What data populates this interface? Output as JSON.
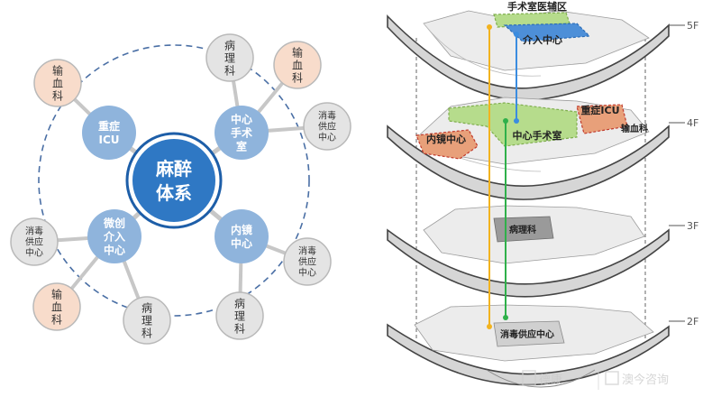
{
  "left_diagram": {
    "center": {
      "line1": "麻醉",
      "line2": "体系"
    },
    "hubs": [
      {
        "id": "icu",
        "lines": [
          "重症",
          "ICU"
        ]
      },
      {
        "id": "or",
        "lines": [
          "中心",
          "手术",
          "室"
        ]
      },
      {
        "id": "mis",
        "lines": [
          "微创",
          "介入",
          "中心"
        ]
      },
      {
        "id": "endo",
        "lines": [
          "内镜",
          "中心"
        ]
      }
    ],
    "leaves": [
      {
        "id": "icu-blood",
        "type": "blood",
        "lines": [
          "输",
          "血",
          "科"
        ]
      },
      {
        "id": "or-path",
        "type": "path",
        "lines": [
          "病",
          "理",
          "科"
        ]
      },
      {
        "id": "or-blood",
        "type": "blood",
        "lines": [
          "输",
          "血",
          "科"
        ]
      },
      {
        "id": "or-steril",
        "type": "steril",
        "lines": [
          "消毒",
          "供应",
          "中心"
        ]
      },
      {
        "id": "mis-steril",
        "type": "steril",
        "lines": [
          "消毒",
          "供应",
          "中心"
        ]
      },
      {
        "id": "mis-blood",
        "type": "blood",
        "lines": [
          "输",
          "血",
          "科"
        ]
      },
      {
        "id": "mis-path",
        "type": "path",
        "lines": [
          "病",
          "理",
          "科"
        ]
      },
      {
        "id": "endo-path",
        "type": "path",
        "lines": [
          "病",
          "理",
          "科"
        ]
      },
      {
        "id": "endo-steril",
        "type": "steril",
        "lines": [
          "消毒",
          "供应",
          "中心"
        ]
      }
    ],
    "colors": {
      "hub_fill": "#8fb4dc",
      "center_fill": "#2f78c4",
      "center_ring": "#1d5ea8",
      "blood_fill": "#f8dccb",
      "other_fill": "#e4e4e4",
      "leaf_stroke": "#b9b9b9",
      "dash_circle": "#4a6fa5",
      "spoke": "#c7c7c7"
    }
  },
  "right_diagram": {
    "floors": [
      "5F",
      "4F",
      "3F",
      "2F"
    ],
    "zones": {
      "or_aux": "手术室医辅区",
      "intervention": "介入中心",
      "icu": "重症ICU",
      "endoscopy": "内镜中心",
      "central_or": "中心手术室",
      "blood": "输血科",
      "pathology": "病理科",
      "sterile": "消毒供应中心"
    },
    "colors": {
      "green_zone": "#b6dc8c",
      "blue_zone": "#4d8fd8",
      "red_zone": "#e8a07a",
      "gray_zone": "#9a9a9a",
      "yellow_line": "#f2b31f",
      "green_line": "#2fb04a",
      "blue_line": "#3a8ce0"
    }
  },
  "watermark": {
    "logo_text": "德康",
    "company": "澳今咨询"
  }
}
